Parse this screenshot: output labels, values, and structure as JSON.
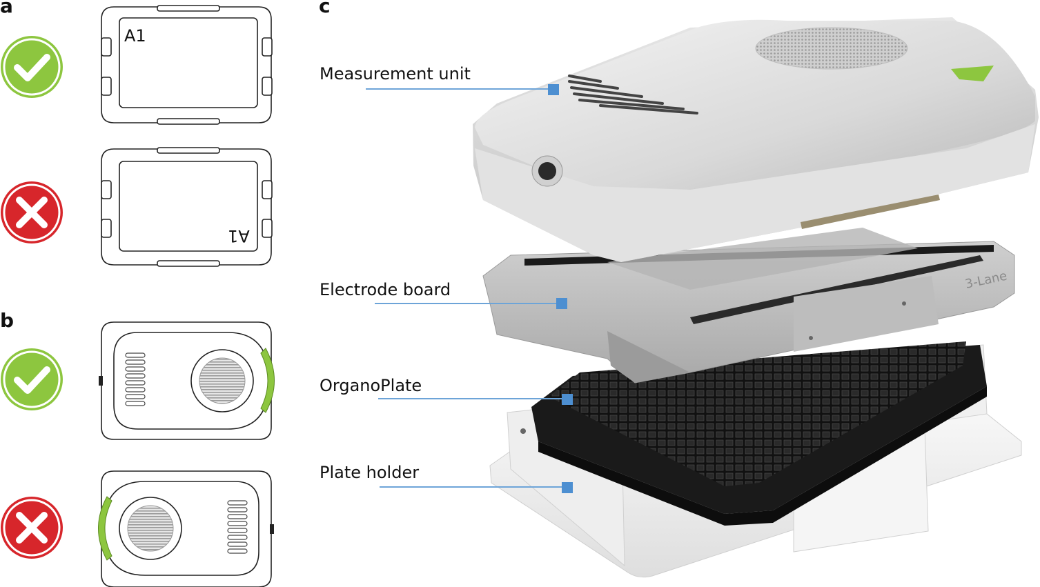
{
  "panels": {
    "a": {
      "letter": "a",
      "plate_label": "A1",
      "plate_label_rotated": "A1"
    },
    "b": {
      "letter": "b"
    },
    "c": {
      "letter": "c"
    }
  },
  "callouts": [
    {
      "id": "measurement-unit",
      "text": "Measurement unit"
    },
    {
      "id": "electrode-board",
      "text": "Electrode board"
    },
    {
      "id": "organoplate",
      "text": "OrganoPlate"
    },
    {
      "id": "plate-holder",
      "text": "Plate holder"
    }
  ],
  "engraving": {
    "electrode_board_text": "3-Lane"
  },
  "colors": {
    "correct": "#8dc63f",
    "wrong": "#d7262b",
    "callout_marker": "#4d8fd1",
    "callout_line": "#6da4d8",
    "green_clip": "#8dc63f"
  }
}
